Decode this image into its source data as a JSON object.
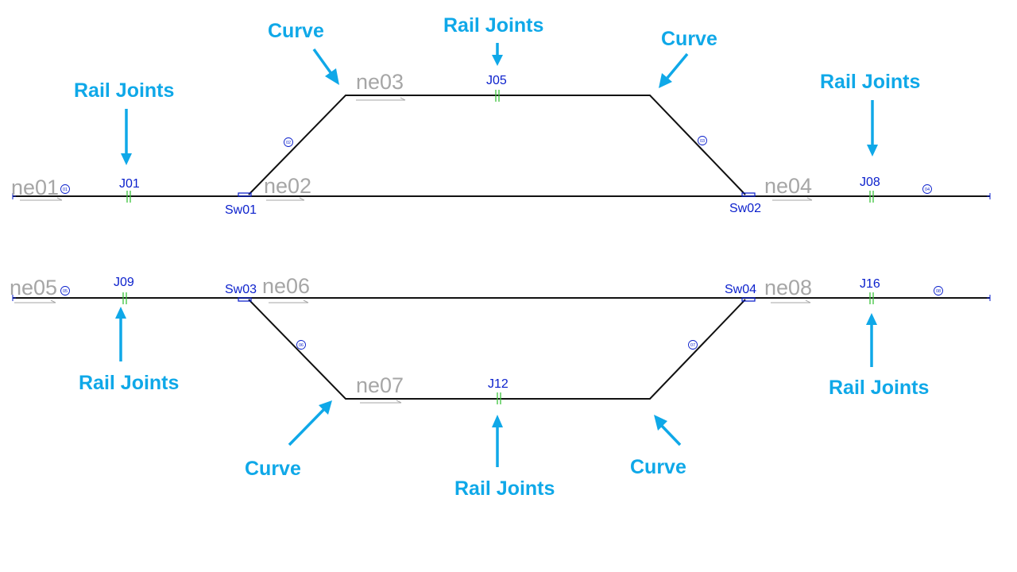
{
  "colors": {
    "track": "#111111",
    "segment_label": "#a6a6a6",
    "element_id": "#0a1fcc",
    "rail_joint": "#3cc43c",
    "callout": "#0fa8e8"
  },
  "segments": [
    "ne01",
    "ne02",
    "ne03",
    "ne04",
    "ne05",
    "ne06",
    "ne07",
    "ne08"
  ],
  "switches": [
    "Sw01",
    "Sw02",
    "Sw03",
    "Sw04"
  ],
  "joints": [
    "J01",
    "J05",
    "J08",
    "J09",
    "J12",
    "J16"
  ],
  "circle_tags": [
    "01",
    "02",
    "03",
    "04",
    "05",
    "06",
    "07",
    "08"
  ],
  "callouts": {
    "curve": "Curve",
    "rail_joints": "Rail Joints"
  }
}
